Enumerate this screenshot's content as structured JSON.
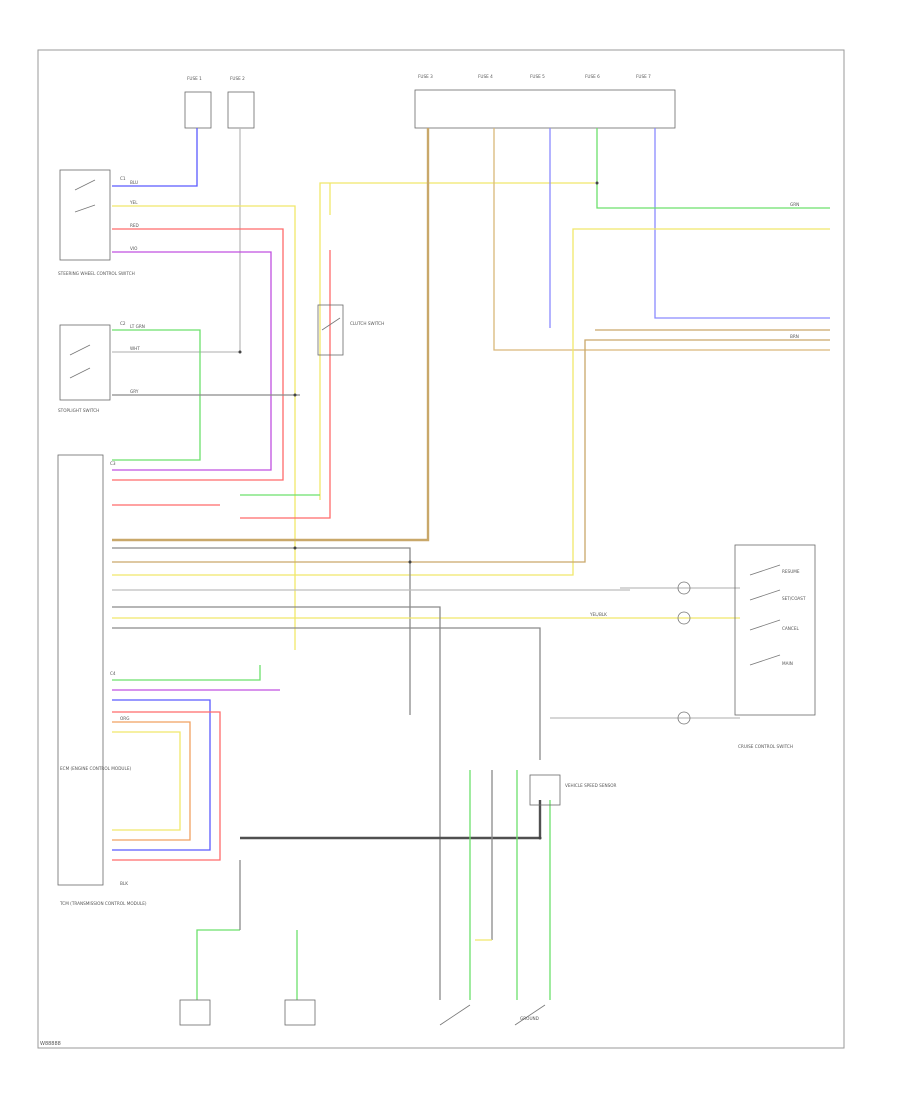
{
  "diagram": {
    "footer_code": "W88888",
    "components": {
      "ecm": "ECM (ENGINE CONTROL MODULE)",
      "tcm": "TCM (TRANSMISSION CONTROL MODULE)",
      "stoplight_switch": "STOPLIGHT SWITCH",
      "steering_switch": "STEERING WHEEL CONTROL SWITCH",
      "cruise_control_switch": "CRUISE CONTROL SWITCH",
      "clutch_switch": "CLUTCH SWITCH",
      "vss": "VEHICLE SPEED SENSOR",
      "ground_point": "GROUND"
    },
    "switch_positions": [
      "RESUME",
      "SET/COAST",
      "CANCEL",
      "MAIN"
    ],
    "wire_colors": {
      "blu": "BLU",
      "grn": "GRN",
      "yel": "YEL",
      "red": "RED",
      "vio": "VIO",
      "wht": "WHT",
      "brn": "BRN",
      "gry": "GRY",
      "org": "ORG",
      "blk": "BLK",
      "ltgrn": "LT GRN",
      "ylw_blk": "YEL/BLK"
    },
    "fuse_labels": [
      "FUSE 1",
      "FUSE 2",
      "FUSE 3",
      "FUSE 4",
      "FUSE 5",
      "FUSE 6",
      "FUSE 7"
    ],
    "connector_labels": [
      "C1",
      "C2",
      "C3",
      "C4"
    ],
    "colors": {
      "blue": "#5a5aff",
      "yellow": "#f0e86a",
      "red": "#ff6a6a",
      "magenta": "#c050e0",
      "green": "#6ce06c",
      "brown": "#c9a86a",
      "gray": "#8a8a8a",
      "darkgray": "#505050",
      "black": "#222222"
    }
  }
}
